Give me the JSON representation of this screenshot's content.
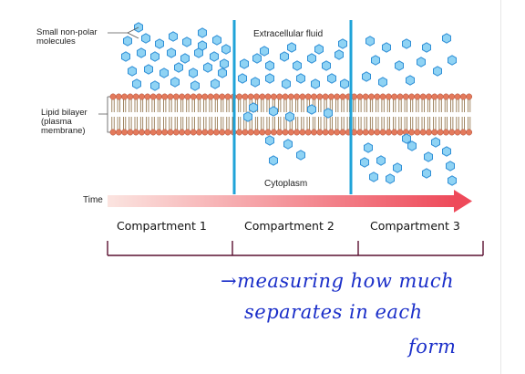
{
  "diagram": {
    "labels": {
      "small_molecules": "Small non-polar\nmolecules",
      "lipid_bilayer": "Lipid bilayer\n(plasma\nmembrane)",
      "extracellular": "Extracellular fluid",
      "cytoplasm": "Cytoplasm",
      "time": "Time"
    },
    "colors": {
      "molecule_fill": "#8fd3f4",
      "molecule_stroke": "#2f8fd6",
      "head_fill": "#e47a5c",
      "tail_color": "#8a6a3e",
      "divider": "#1fa3d8",
      "arrow_start": "#fbe4e0",
      "arrow_end": "#ee4a5a",
      "bracket": "#5a1030",
      "handwriting": "#1b2fc9"
    }
  },
  "compartments": [
    "Compartment 1",
    "Compartment 2",
    "Compartment 3"
  ],
  "note": {
    "line1": "→measuring how much",
    "line2": "separates in each",
    "line3": "form"
  }
}
